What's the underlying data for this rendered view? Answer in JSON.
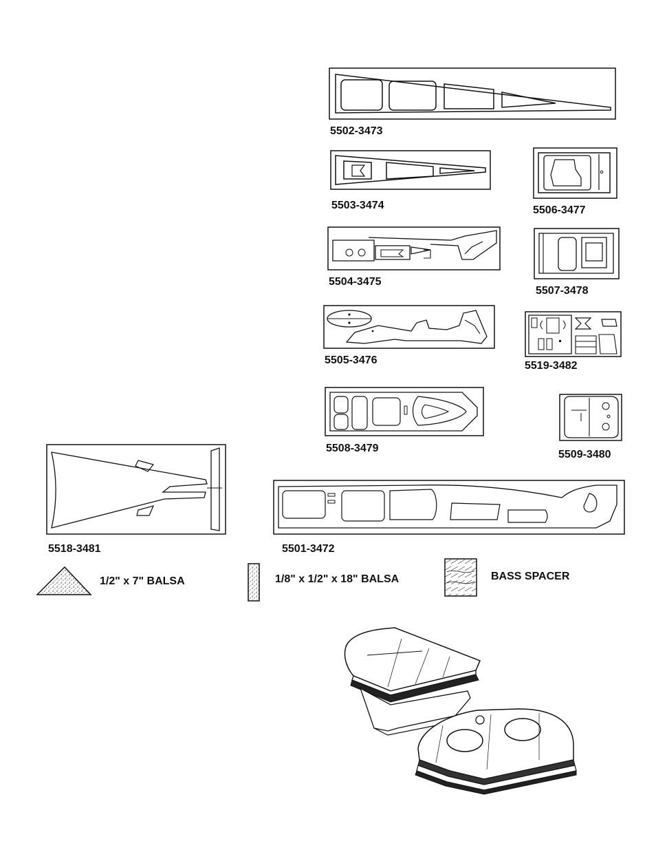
{
  "parts": {
    "p5502": "5502-3473",
    "p5503": "5503-3474",
    "p5506": "5506-3477",
    "p5504": "5504-3475",
    "p5507": "5507-3478",
    "p5505": "5505-3476",
    "p5519": "5519-3482",
    "p5508": "5508-3479",
    "p5509": "5509-3480",
    "p5518": "5518-3481",
    "p5501": "5501-3472"
  },
  "legend": {
    "triangle_balsa": "1/2\" x 7\" BALSA",
    "stick_balsa": "1/8\" x 1/2\" x 18\" BALSA",
    "bass_spacer": "BASS SPACER"
  }
}
